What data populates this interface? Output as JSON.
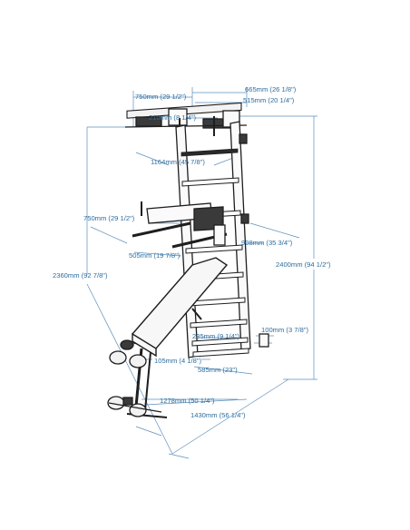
{
  "dimensions": {
    "d665": "665mm (26 1/8\")",
    "d515": "515mm (20 1/4\")",
    "d750_top": "750mm (29 1/2\")",
    "d210": "210mm (8 1/4\")",
    "d1164": "1164mm (45 7/8\")",
    "d750_dip": "750mm (29 1/2\")",
    "d505": "505mm (19 7/8\")",
    "d908": "908mm (35 3/4\")",
    "d2360": "2360mm (92 7/8\")",
    "d2400": "2400mm (94 1/2\")",
    "d100": "100mm (3 7/8\")",
    "d235": "235mm (9 1/4\")",
    "d105": "105mm (4 1/8\")",
    "d585": "585mm (23\")",
    "d1278": "1278mm (50 1/4\")",
    "d1430": "1430mm (56 1/4\")"
  },
  "colors": {
    "dimension": "#2d6d9e",
    "line": "#1e1e1e"
  }
}
